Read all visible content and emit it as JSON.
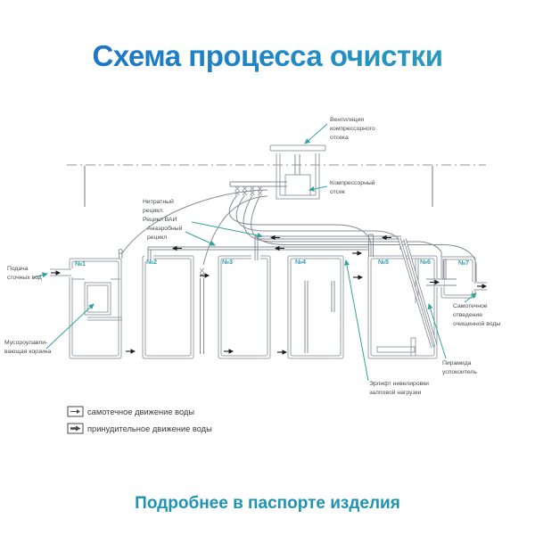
{
  "title": "Схема процесса очистки",
  "footer": "Подробнее в паспорте изделия",
  "tanks": [
    "№1",
    "№2",
    "№3",
    "№4",
    "№5",
    "№6",
    "№7"
  ],
  "annotations": {
    "ventilation": [
      "Вентиляция",
      "компрессорного",
      "отсека"
    ],
    "compressor": [
      "Компрессорный",
      "отсек"
    ],
    "nitrate_recycle": [
      "Нитратный",
      "рецикл.",
      "Рецикл ВАИ"
    ],
    "anaerobic_recycle": [
      "Анаэробный",
      "рецикл"
    ],
    "inflow": [
      "Подача",
      "сточных вод"
    ],
    "trash_basket": [
      "Мусороулавли-",
      "вающая корзина"
    ],
    "outflow": [
      "Самотечное",
      "отведение",
      "очищенной воды"
    ],
    "pyramid": [
      "Пирамида",
      "успокоитель"
    ],
    "airlift": [
      "Эрлифт нивелировки",
      "залповой нагрузки"
    ]
  },
  "legend": [
    "самотечное движение воды",
    "принудительное движение воды"
  ],
  "icons": {
    "legend_gravity": "thin-right-arrow",
    "legend_forced": "bold-right-arrow"
  },
  "colors": {
    "title_gradient_start": "#1b6ec6",
    "title_gradient_end": "#2ba6ba",
    "footer_text": "#1e93b2",
    "diagram_walls": "#9aa0a8",
    "diagram_pipes": "#878d96",
    "annotation_leader": "#33a39c",
    "tank_label": "#2d9fb0",
    "flow_arrow": "#1c1c1c"
  }
}
